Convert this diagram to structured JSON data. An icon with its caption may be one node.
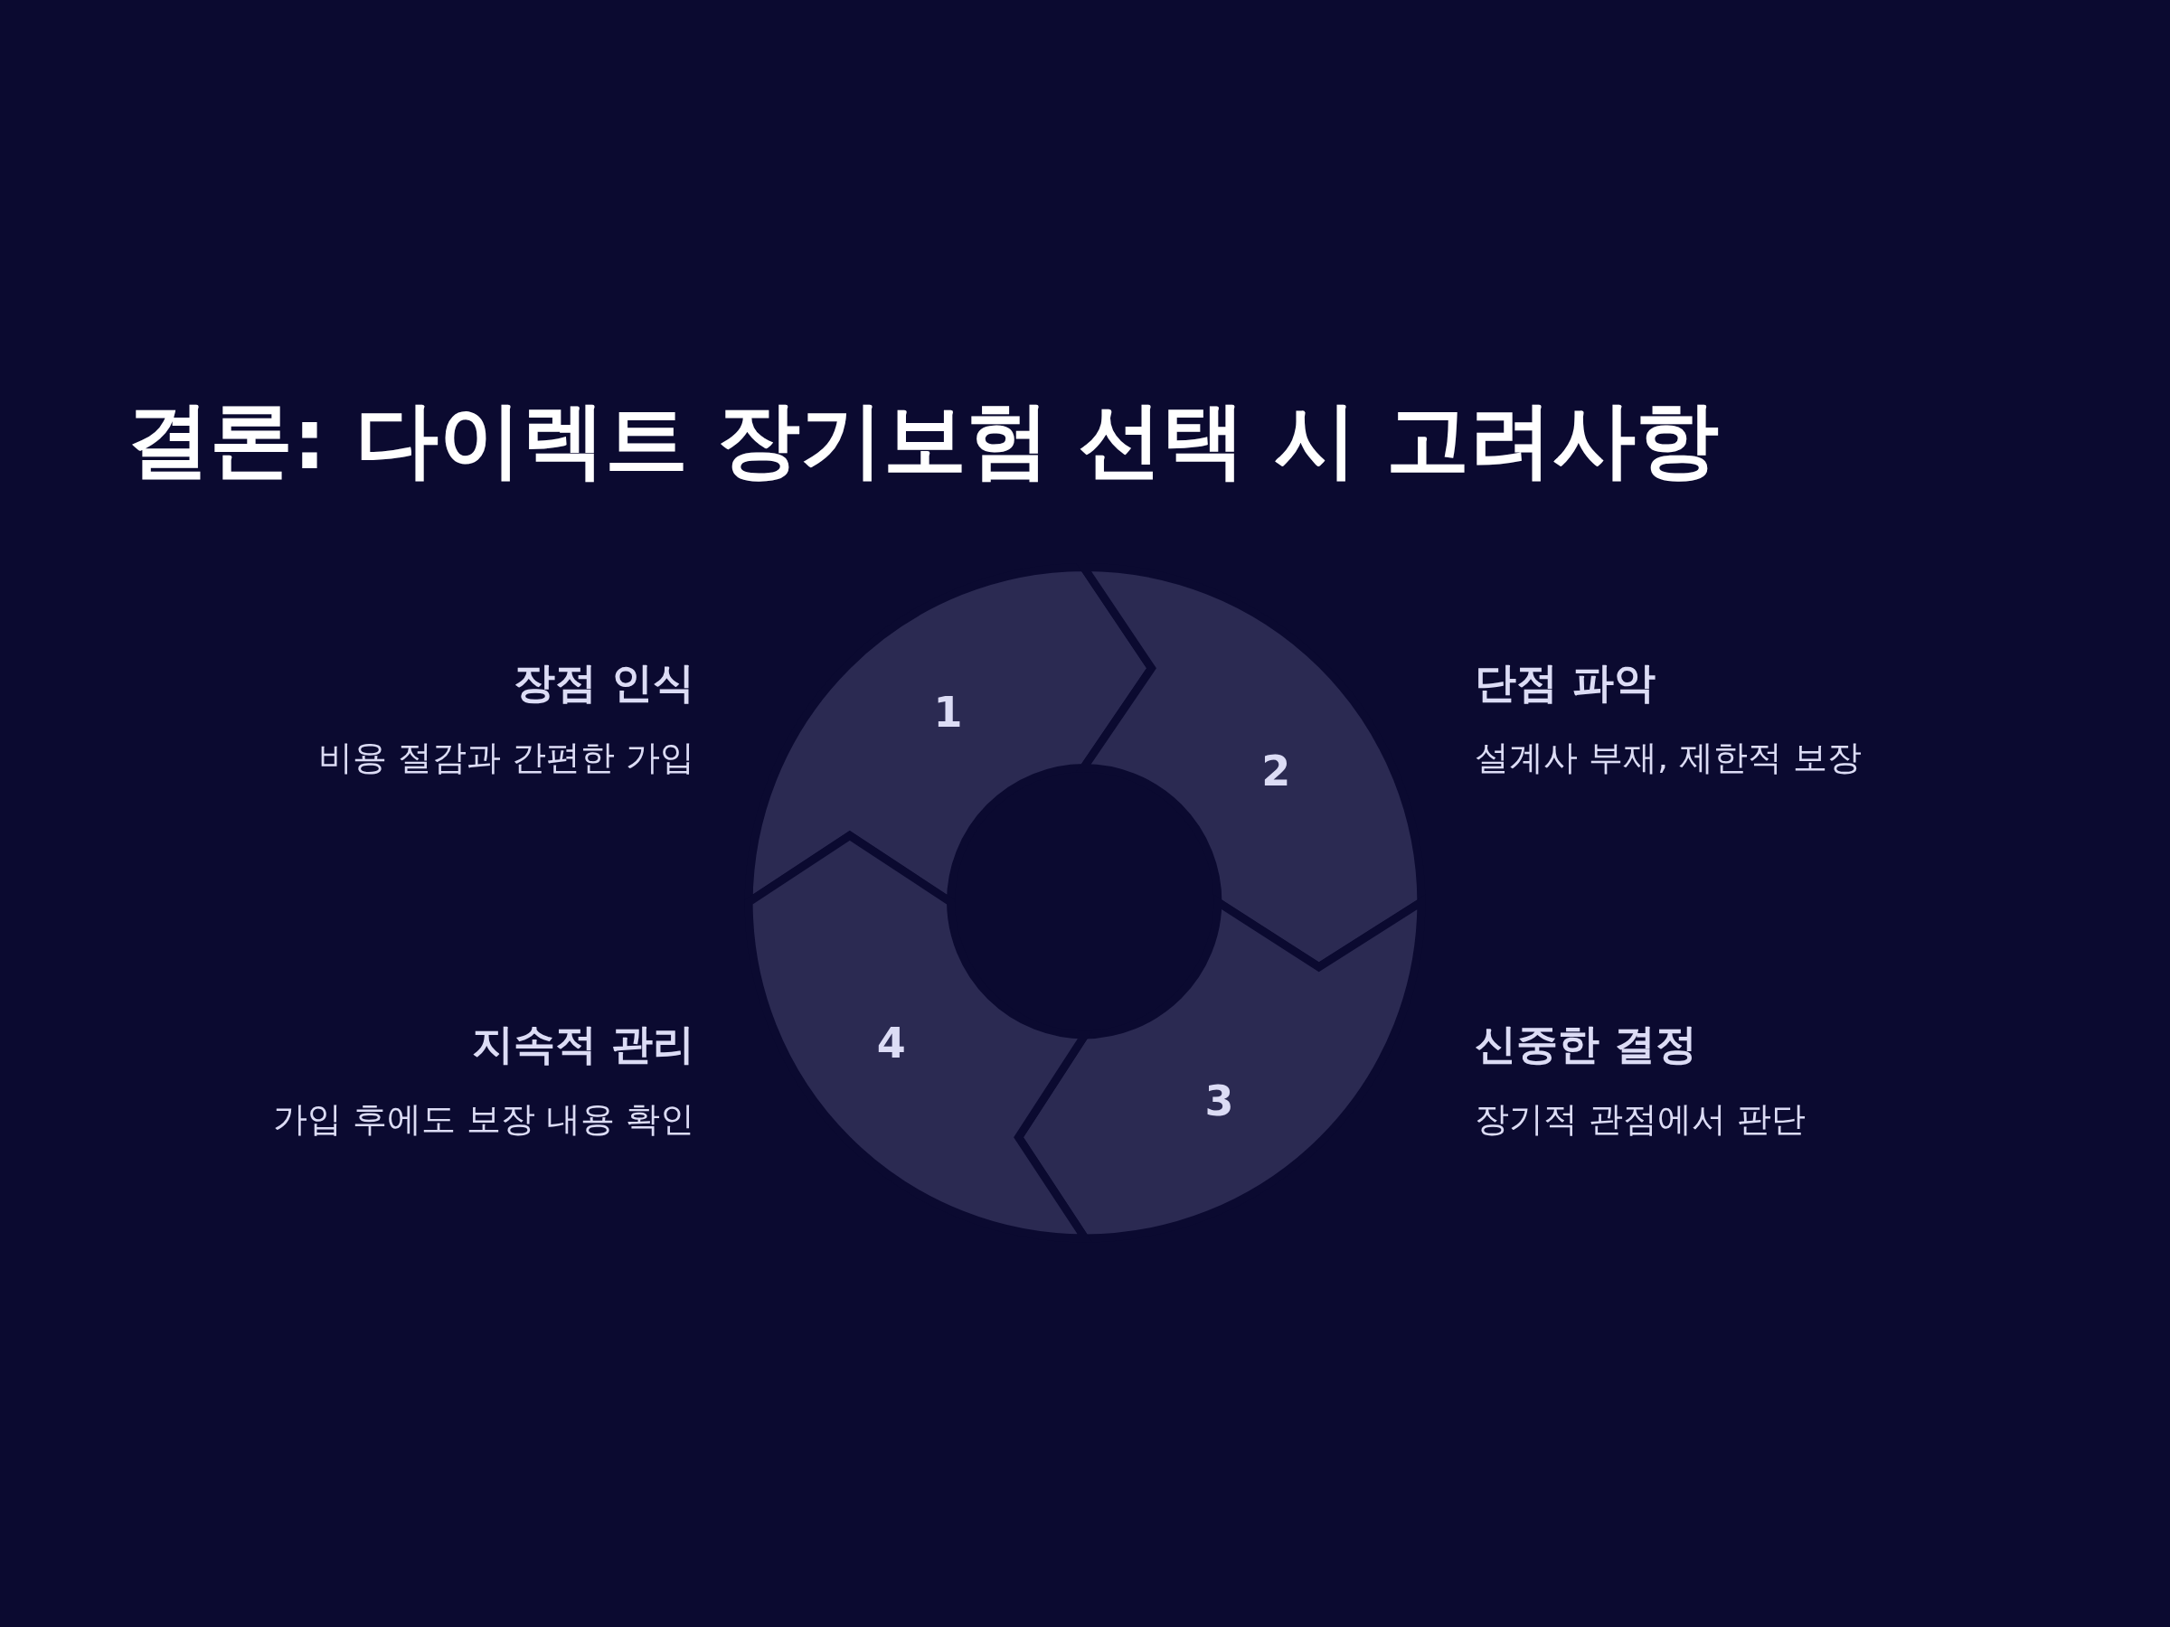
{
  "diagram": {
    "title": "결론: 다이렉트 장기보험 선택 시 고려사항",
    "nodes": [
      {
        "text": [
          "1"
        ],
        "beside": [
          "장점 인식",
          "비용 절감과 간편한 가입"
        ]
      },
      {
        "text": [
          "2"
        ],
        "beside": [
          "단점 파악",
          "설계사 부재, 제한적 보장"
        ]
      },
      {
        "text": [
          "3"
        ],
        "beside": [
          "신중한 결정",
          "장기적 관점에서 판단"
        ]
      },
      {
        "text": [
          "4"
        ],
        "beside": [
          "지속적 관리",
          "가입 후에도 보장 내용 확인"
        ]
      }
    ],
    "edges": []
  }
}
